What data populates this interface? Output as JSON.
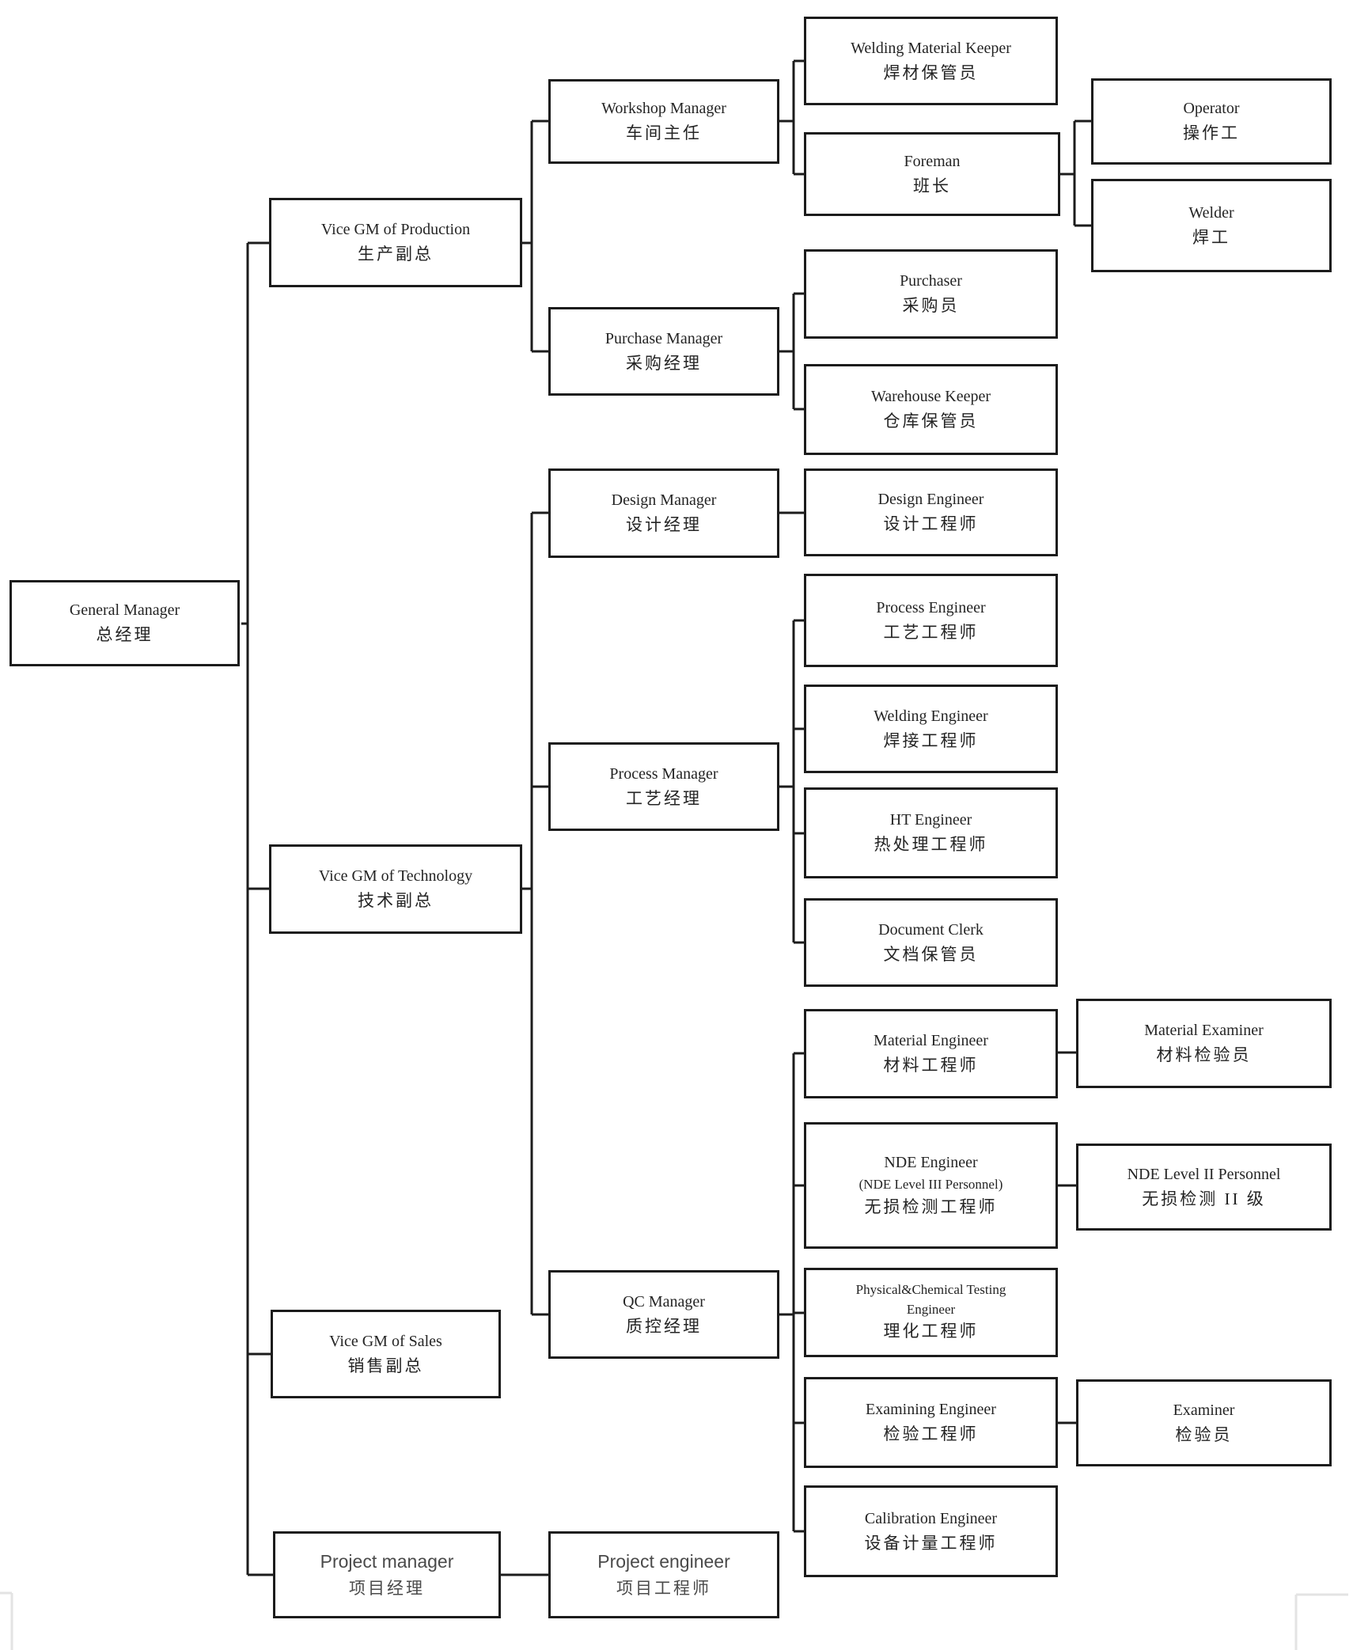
{
  "colors": {
    "background": "#ffffff",
    "box_border": "#1c1c1c",
    "connector_line": "#1c1c1c",
    "text": "#242424",
    "page_corner_mark": "#e3e3e3"
  },
  "nodes": {
    "gm": {
      "en": "General Manager",
      "zh": "总经理"
    },
    "vp_production": {
      "en": "Vice GM of Production",
      "zh": "生产副总"
    },
    "vp_technology": {
      "en": "Vice GM of Technology",
      "zh": "技术副总"
    },
    "vp_sales": {
      "en": "Vice GM of Sales",
      "zh": "销售副总"
    },
    "project_manager": {
      "en": "Project manager",
      "zh": "项目经理"
    },
    "workshop_manager": {
      "en": "Workshop Manager",
      "zh": "车间主任"
    },
    "purchase_manager": {
      "en": "Purchase Manager",
      "zh": "采购经理"
    },
    "design_manager": {
      "en": "Design Manager",
      "zh": "设计经理"
    },
    "process_manager": {
      "en": "Process Manager",
      "zh": "工艺经理"
    },
    "qc_manager": {
      "en": "QC Manager",
      "zh": "质控经理"
    },
    "project_engineer": {
      "en": "Project engineer",
      "zh": "项目工程师"
    },
    "welding_material_keeper": {
      "en": "Welding Material Keeper",
      "zh": "焊材保管员"
    },
    "foreman": {
      "en": "Foreman",
      "zh": "班长"
    },
    "purchaser": {
      "en": "Purchaser",
      "zh": "采购员"
    },
    "warehouse_keeper": {
      "en": "Warehouse Keeper",
      "zh": "仓库保管员"
    },
    "design_engineer": {
      "en": "Design Engineer",
      "zh": "设计工程师"
    },
    "process_engineer": {
      "en": "Process Engineer",
      "zh": "工艺工程师"
    },
    "welding_engineer": {
      "en": "Welding Engineer",
      "zh": "焊接工程师"
    },
    "ht_engineer": {
      "en": "HT Engineer",
      "zh": "热处理工程师"
    },
    "document_clerk": {
      "en": "Document Clerk",
      "zh": "文档保管员"
    },
    "material_engineer": {
      "en": "Material Engineer",
      "zh": "材料工程师"
    },
    "nde_engineer": {
      "en": "NDE Engineer",
      "sub": "(NDE Level III Personnel)",
      "zh": "无损检测工程师"
    },
    "phys_chem_engineer": {
      "en": "Physical&Chemical Testing",
      "en2": "Engineer",
      "zh": "理化工程师"
    },
    "examining_engineer": {
      "en": "Examining Engineer",
      "zh": "检验工程师"
    },
    "calibration_engineer": {
      "en": "Calibration Engineer",
      "zh": "设备计量工程师"
    },
    "operator": {
      "en": "Operator",
      "zh": "操作工"
    },
    "welder": {
      "en": "Welder",
      "zh": "焊工"
    },
    "material_examiner": {
      "en": "Material Examiner",
      "zh": "材料检验员"
    },
    "nde_level2": {
      "en": "NDE Level II Personnel",
      "zh": "无损检测 II 级"
    },
    "examiner": {
      "en": "Examiner",
      "zh": "检验员"
    }
  }
}
